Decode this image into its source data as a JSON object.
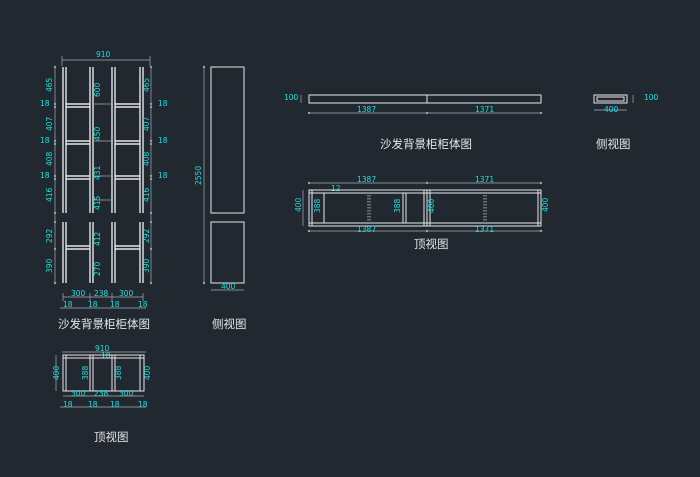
{
  "titles": {
    "front_view": "沙发背景柜柜体图",
    "side_view_left": "侧视图",
    "top_view_left": "顶视图",
    "front_view_right": "沙发背景柜柜体图",
    "side_view_right": "侧视图",
    "top_view_right": "顶视图"
  },
  "front": {
    "overall_width": "910",
    "left_heights": [
      "465",
      "18",
      "407",
      "18",
      "408",
      "18",
      "416",
      "292",
      "390"
    ],
    "right_heights": [
      "465",
      "18",
      "407",
      "18",
      "408",
      "18",
      "416",
      "292",
      "390"
    ],
    "center_heights": [
      "600",
      "450",
      "431",
      "415",
      "412",
      "270"
    ],
    "bottom_widths": [
      "300",
      "238",
      "300"
    ],
    "bottom_thickness": [
      "18",
      "18",
      "18",
      "18"
    ]
  },
  "side": {
    "height": "2550",
    "depth": "400"
  },
  "top_left": {
    "overall_width": "910",
    "center_mark": "18",
    "depth_left": "400",
    "depth_right": "400",
    "inner_depths": [
      "388",
      "388"
    ],
    "widths": [
      "300",
      "238",
      "300"
    ],
    "thickness": [
      "18",
      "18",
      "18",
      "18"
    ]
  },
  "long_front": {
    "height": "100",
    "widths": [
      "1387",
      "1371"
    ]
  },
  "long_side": {
    "height": "100",
    "depth": "400"
  },
  "long_top": {
    "top_widths": [
      "1387",
      "1371"
    ],
    "bottom_widths": [
      "1387",
      "1371"
    ],
    "small": "12",
    "depth_left": "400",
    "depth_right": "400",
    "inner_depths": [
      "388",
      "388",
      "400"
    ]
  }
}
